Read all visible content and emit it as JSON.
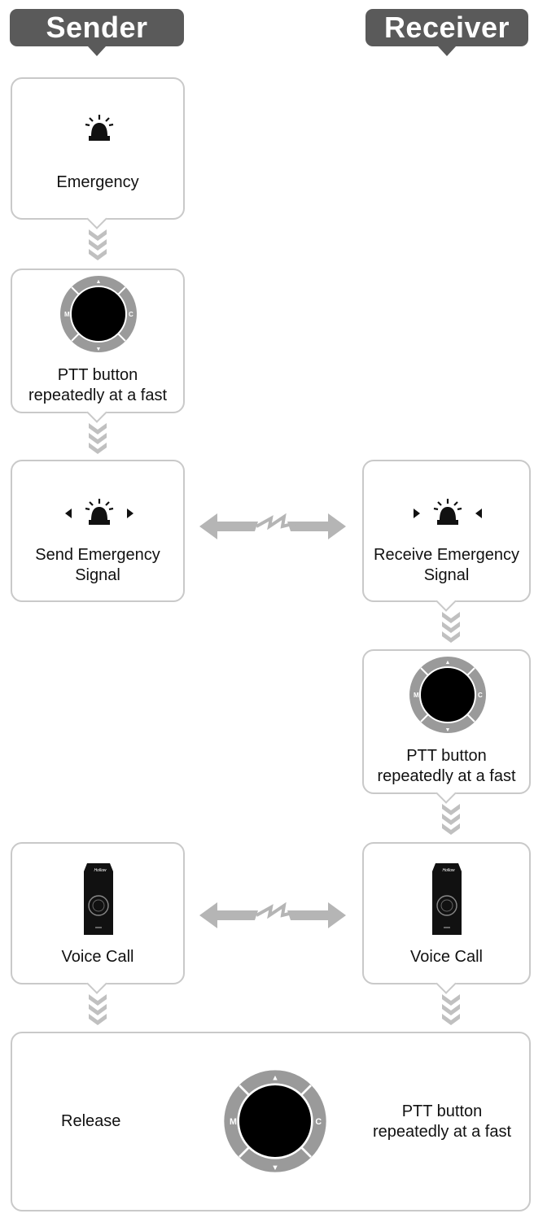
{
  "headers": {
    "sender": "Sender",
    "receiver": "Receiver"
  },
  "sender": {
    "step1": {
      "label": "Emergency",
      "icon": "siren-icon"
    },
    "step2": {
      "label_line1": "PTT button",
      "label_line2": "repeatedly at a fast",
      "icon": "dial-pad-icon"
    },
    "step3": {
      "label_line1": "Send Emergency",
      "label_line2": "Signal",
      "icon": "siren-signal-out-icon"
    },
    "step4": {
      "label": "Voice Call",
      "icon": "radio-device-icon"
    }
  },
  "receiver": {
    "step1": {
      "label_line1": "Receive Emergency",
      "label_line2": "Signal",
      "icon": "siren-signal-in-icon"
    },
    "step2": {
      "label_line1": "PTT button",
      "label_line2": "repeatedly at a fast",
      "icon": "dial-pad-icon"
    },
    "step3": {
      "label": "Voice Call",
      "icon": "radio-device-icon"
    }
  },
  "release": {
    "left_label": "Release",
    "right_line1": "PTT button",
    "right_line2": "repeatedly at a fast",
    "icon": "dial-pad-icon"
  },
  "dial_keys": {
    "up": "▲",
    "down": "▼",
    "left": "M",
    "right": "C"
  },
  "device_brand": "Hollow",
  "colors": {
    "header_bg": "#5a5a5a",
    "card_border": "#c9c9c9",
    "connector": "#c0c0c0",
    "arrow": "#b5b5b5"
  }
}
